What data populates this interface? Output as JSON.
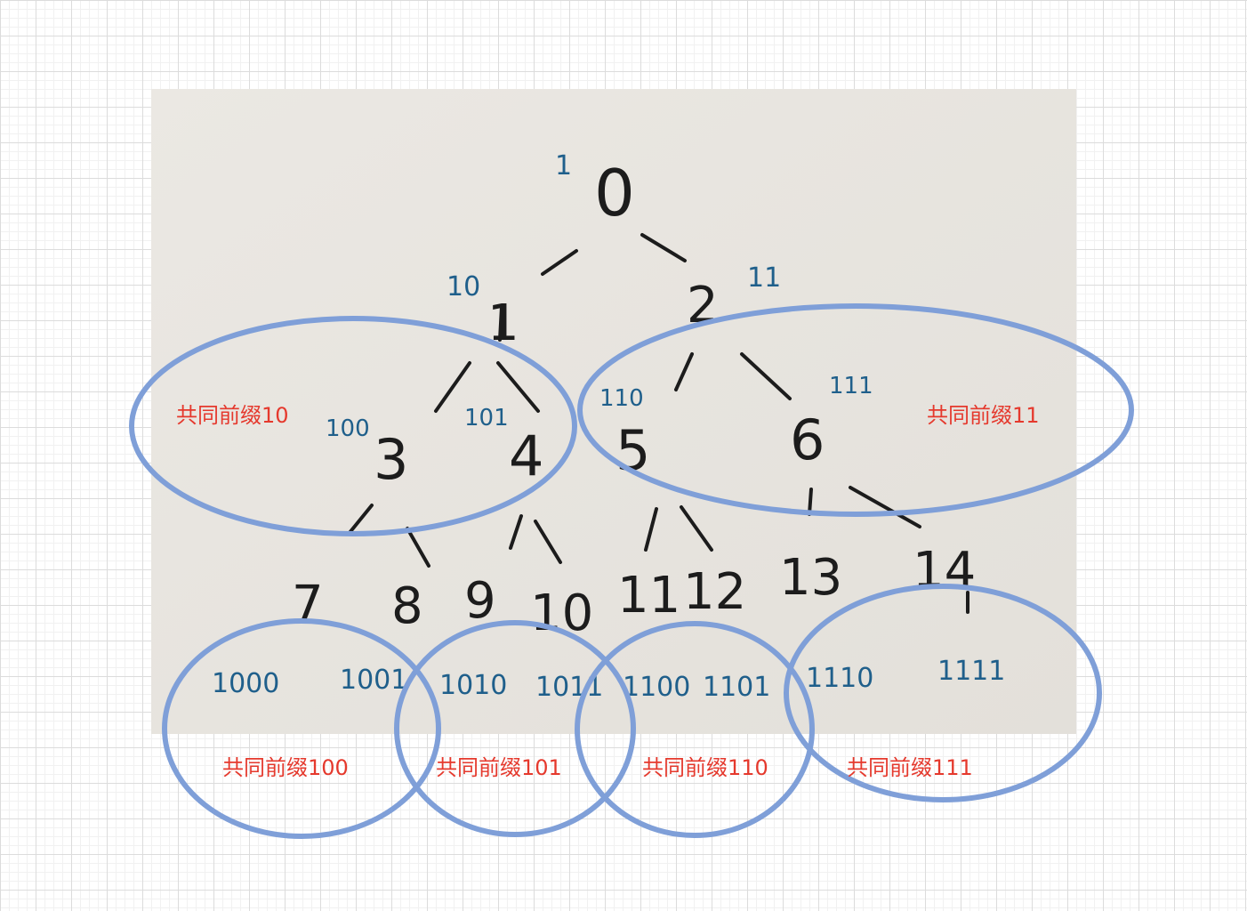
{
  "nodes": {
    "n0": "0",
    "n1": "1",
    "n2": "2",
    "n3": "3",
    "n4": "4",
    "n5": "5",
    "n6": "6",
    "n7": "7",
    "n8": "8",
    "n9": "9",
    "n10": "10",
    "n11": "11",
    "n12": "12",
    "n13": "13",
    "n14": "14"
  },
  "codes": {
    "c0": "1",
    "c1": "10",
    "c2": "11",
    "c3": "100",
    "c4": "101",
    "c5": "110",
    "c6": "111",
    "c7": "1000",
    "c8": "1001",
    "c9": "1010",
    "c10": "1011",
    "c11": "1100",
    "c12": "1101",
    "c13": "1110",
    "c14": "1111"
  },
  "groups": {
    "g10": "共同前缀10",
    "g11": "共同前缀11",
    "g100": "共同前缀100",
    "g101": "共同前缀101",
    "g110": "共同前缀110",
    "g111": "共同前缀111"
  },
  "colors": {
    "paper": "#e9e6e0",
    "ink": "#1c1c1c",
    "code_ink": "#1f5f8b",
    "ring": "#7f9fd8",
    "label": "#e5392d"
  }
}
